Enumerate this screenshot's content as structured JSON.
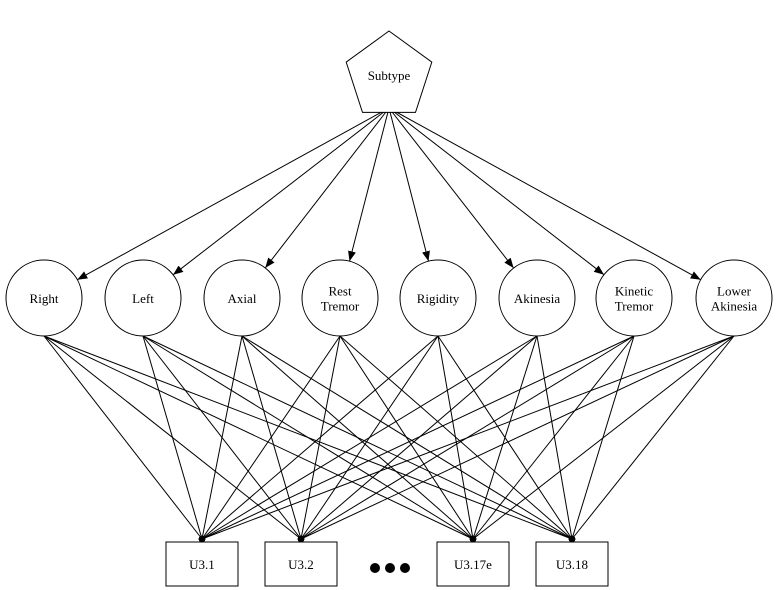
{
  "root": {
    "label": "Subtype",
    "shape": "pentagon"
  },
  "latent_nodes": [
    {
      "id": "right",
      "lines": [
        "Right"
      ]
    },
    {
      "id": "left",
      "lines": [
        "Left"
      ]
    },
    {
      "id": "axial",
      "lines": [
        "Axial"
      ]
    },
    {
      "id": "rest-tremor",
      "lines": [
        "Rest",
        "Tremor"
      ]
    },
    {
      "id": "rigidity",
      "lines": [
        "Rigidity"
      ]
    },
    {
      "id": "akinesia",
      "lines": [
        "Akinesia"
      ]
    },
    {
      "id": "kinetic-tremor",
      "lines": [
        "Kinetic",
        "Tremor"
      ]
    },
    {
      "id": "lower-akinesia",
      "lines": [
        "Lower",
        "Akinesia"
      ]
    }
  ],
  "observed_nodes": [
    {
      "id": "u3-1",
      "label": "U3.1"
    },
    {
      "id": "u3-2",
      "label": "U3.2"
    },
    {
      "id": "u3-17e",
      "label": "U3.17e"
    },
    {
      "id": "u3-18",
      "label": "U3.18"
    }
  ],
  "ellipsis": {
    "count": 3
  },
  "edges_root_to_latent": "all",
  "edges_latent_to_observed": "all",
  "colors": {
    "stroke": "#000000",
    "fill": "#ffffff"
  }
}
